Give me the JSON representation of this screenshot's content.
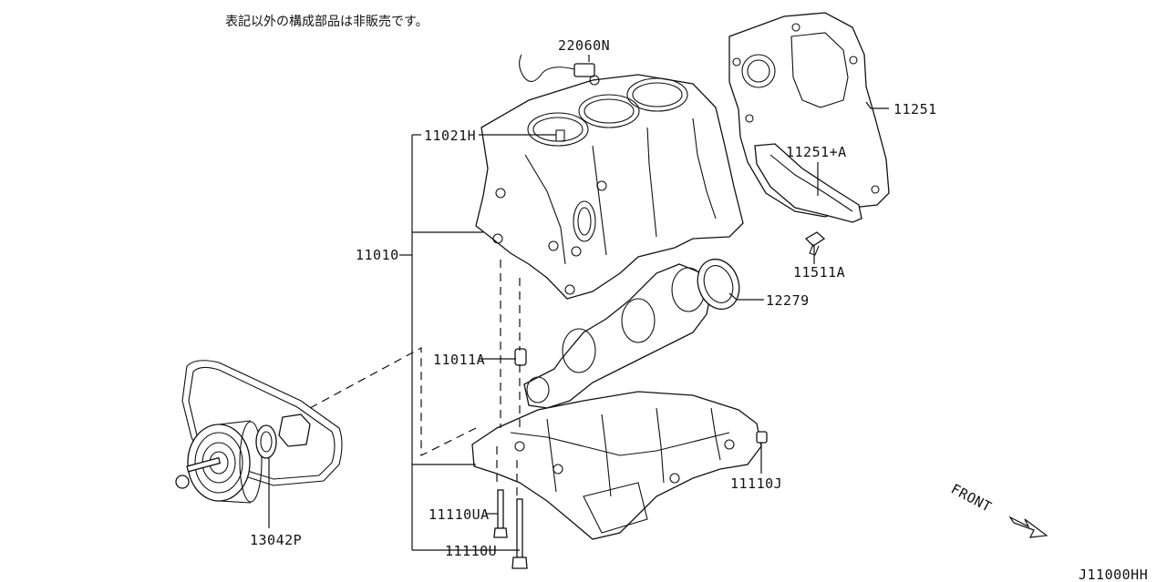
{
  "note": "表記以外の構成部品は非販売です。",
  "labels": {
    "knock_sensor": "22060N",
    "rear_plate": "11251",
    "rear_plate_cover": "11251+A",
    "bolt_rear": "11511A",
    "oil_seal": "12279",
    "stud_h": "11021H",
    "block": "11010",
    "dowel": "11011A",
    "plug_j": "11110J",
    "bolt_ua": "11110UA",
    "bolt_u": "11110U",
    "pulley": "13042P"
  },
  "front": "FRONT",
  "drawing_code": "J11000HH",
  "icons": {
    "front_arrow": "front-arrow-icon"
  }
}
